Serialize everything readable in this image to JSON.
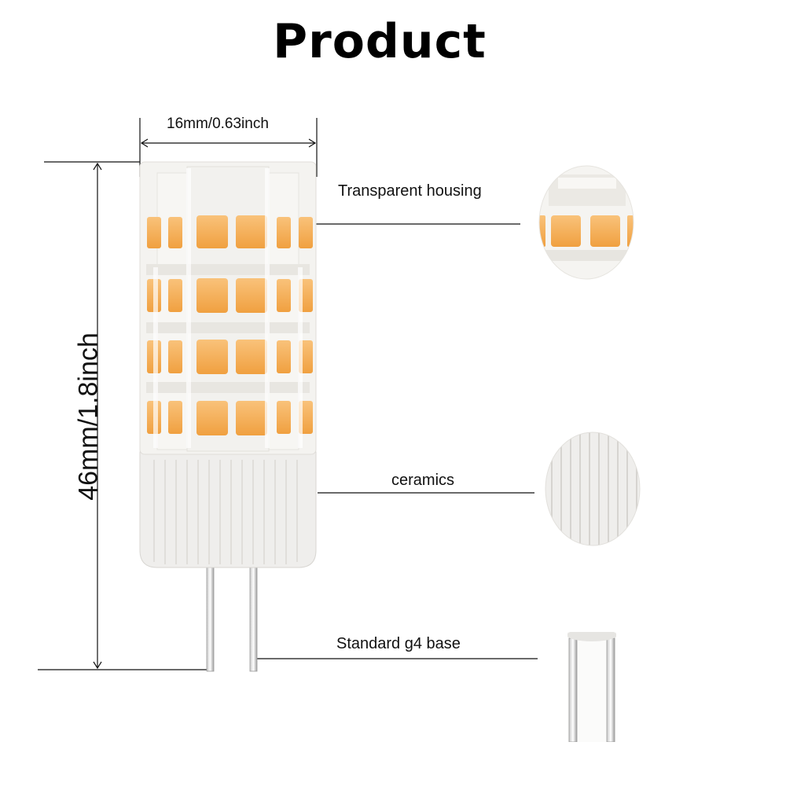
{
  "title": "Product",
  "dimensions": {
    "width_label": "16mm/0.63inch",
    "height_label": "46mm/1.8inch"
  },
  "callouts": {
    "housing": "Transparent housing",
    "ceramics": "ceramics",
    "base": "Standard g4 base"
  },
  "colors": {
    "led": "#f6ad50",
    "housing": "#f3f2ef",
    "ceramic": "#ededeb",
    "line": "#111111"
  }
}
